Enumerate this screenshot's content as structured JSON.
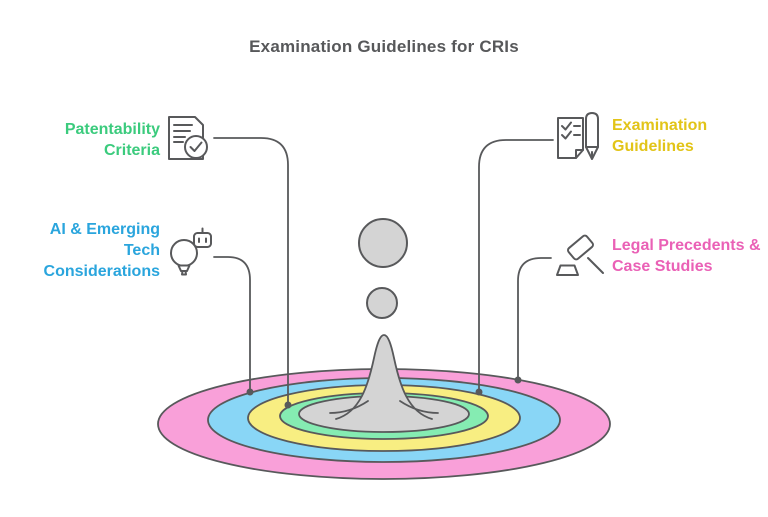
{
  "title": "Examination Guidelines for CRIs",
  "labels": {
    "patentability": {
      "line1": "Patentability",
      "line2": "Criteria",
      "color": "#3bcb7d",
      "icon": "document-check-icon",
      "ring_color": "#85ecb2"
    },
    "ai_tech": {
      "line1": "AI & Emerging",
      "line2": "Tech",
      "line3": "Considerations",
      "color": "#2aa5dd",
      "icon": "lightbulb-robot-icon",
      "ring_color": "#89d6f6"
    },
    "examination": {
      "line1": "Examination",
      "line2": "Guidelines",
      "color": "#e2c418",
      "icon": "checklist-pen-icon",
      "ring_color": "#f8ee82"
    },
    "legal": {
      "line1": "Legal Precedents &",
      "line2": "Case Studies",
      "color": "#ea61b6",
      "icon": "gavel-icon",
      "ring_color": "#f9a0d9"
    }
  },
  "diagram": {
    "type": "water-drop-ripple",
    "rings_outer_to_inner": [
      {
        "name": "legal-precedents-ring",
        "color": "#f9a0d9"
      },
      {
        "name": "ai-tech-ring",
        "color": "#89d6f6"
      },
      {
        "name": "examination-ring",
        "color": "#f8ee82"
      },
      {
        "name": "patentability-ring",
        "color": "#85ecb2"
      },
      {
        "name": "center-pool",
        "color": "#d4d4d4"
      }
    ],
    "outline_color": "#58595b",
    "droplet_color": "#d4d4d4"
  }
}
